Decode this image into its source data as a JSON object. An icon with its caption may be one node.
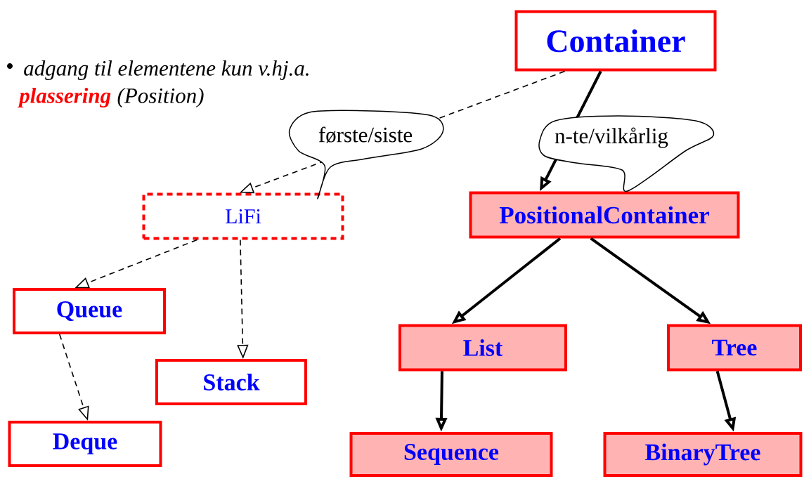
{
  "diagram": {
    "nodes": [
      {
        "text": [
          "Container"
        ]
      },
      {
        "text": [
          "LiFi"
        ]
      },
      {
        "text": [
          "PositionalContainer"
        ]
      },
      {
        "text": [
          "Queue"
        ]
      },
      {
        "text": [
          "Stack"
        ]
      },
      {
        "text": [
          "Deque"
        ]
      },
      {
        "text": [
          "List"
        ]
      },
      {
        "text": [
          "Tree"
        ]
      },
      {
        "text": [
          "Sequence"
        ]
      },
      {
        "text": [
          "BinaryTree"
        ]
      }
    ],
    "edges": [
      {
        "from": 0,
        "to": 1,
        "arrow": "to",
        "style": "dashed",
        "label": "første/siste"
      },
      {
        "from": 0,
        "to": 2,
        "arrow": "to",
        "label": "n-te/vilkårlig"
      },
      {
        "from": 1,
        "to": 3,
        "arrow": "to",
        "style": "dashed"
      },
      {
        "from": 1,
        "to": 4,
        "arrow": "to",
        "style": "dashed"
      },
      {
        "from": 3,
        "to": 5,
        "arrow": "to",
        "style": "dashed"
      },
      {
        "from": 2,
        "to": 6,
        "arrow": "to"
      },
      {
        "from": 2,
        "to": 7,
        "arrow": "to"
      },
      {
        "from": 6,
        "to": 8,
        "arrow": "to"
      },
      {
        "from": 7,
        "to": 9,
        "arrow": "to"
      }
    ],
    "labels": [
      "adgang til elementene kun v.hj.a.",
      "plassering",
      "(Position)"
    ]
  }
}
